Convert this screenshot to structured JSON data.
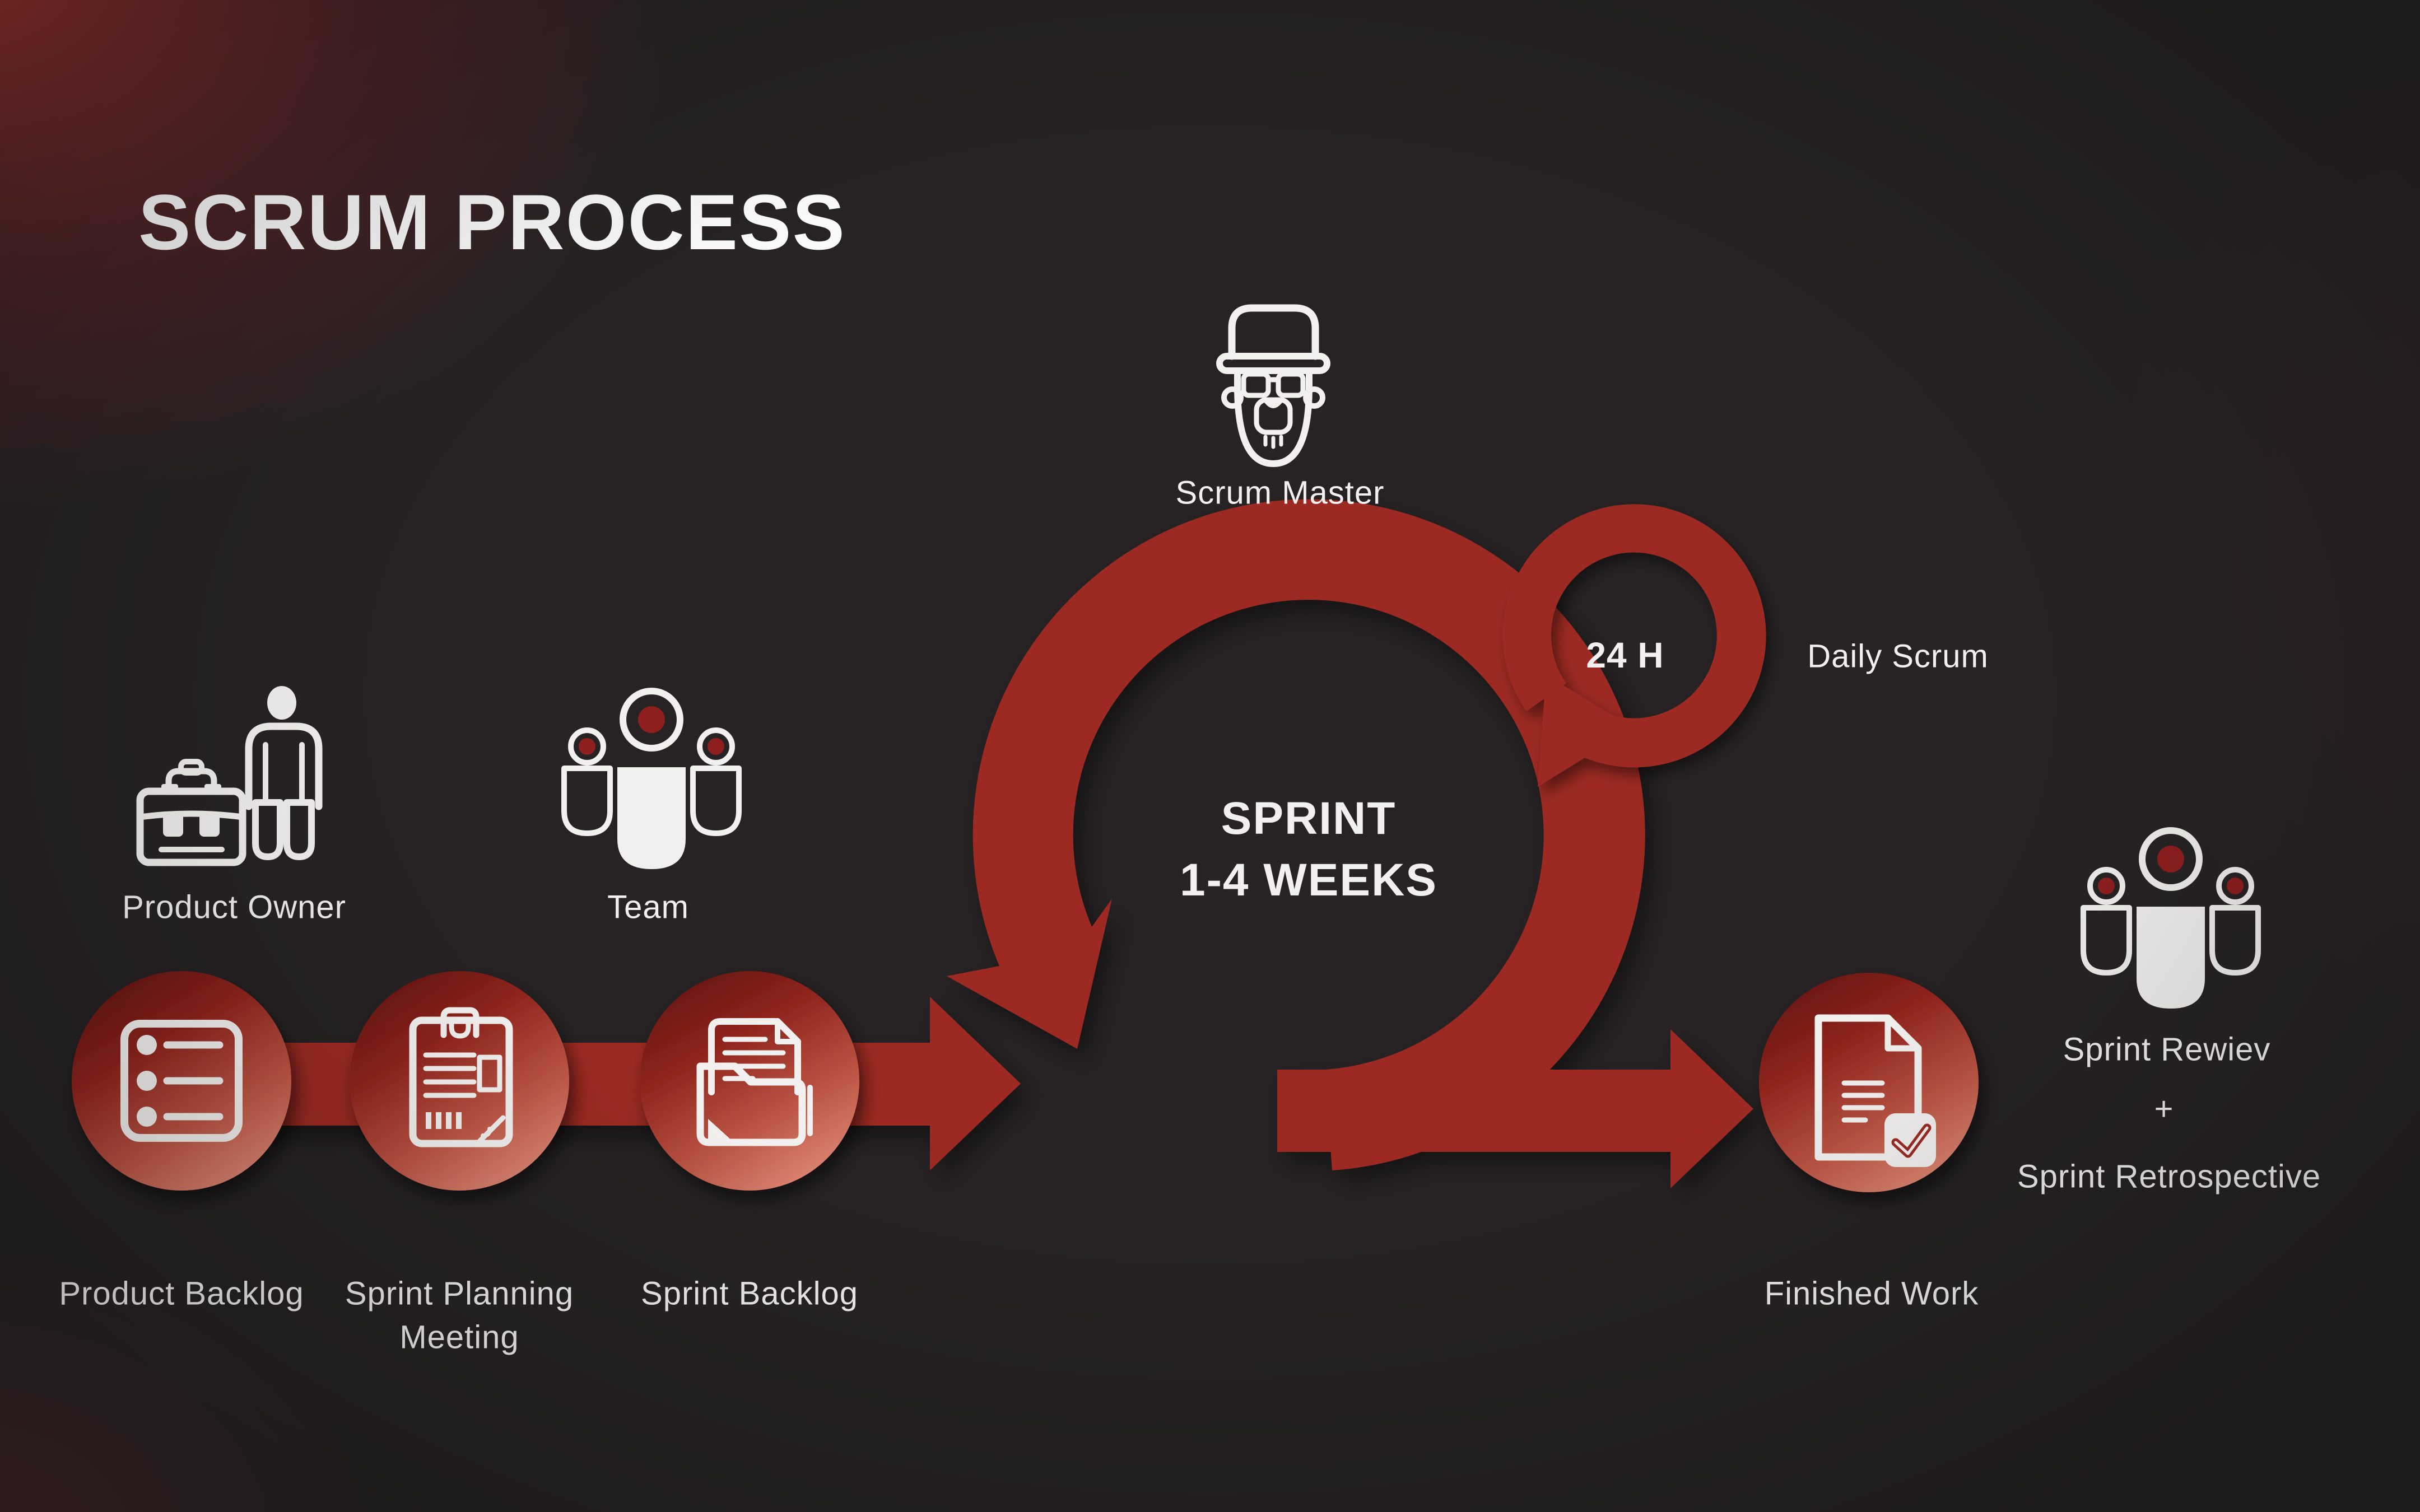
{
  "title": "SCRUM PROCESS",
  "colors": {
    "background": "#272324",
    "arrow_red": "#9c2b24",
    "circle_gradient_dark": "#5c1310",
    "circle_gradient_light": "#d8806d",
    "icon_white": "#f2f0ee",
    "team_dot_red": "#8e1f1e",
    "text": "#f2eff0"
  },
  "roles": {
    "scrum_master": "Scrum Master",
    "product_owner": "Product Owner",
    "team": "Team"
  },
  "loop": {
    "sprint_line1": "SPRINT",
    "sprint_line2": "1-4 WEEKS",
    "daily_duration": "24 H",
    "daily_label": "Daily Scrum"
  },
  "stages": [
    {
      "label": "Product Backlog",
      "icon": "list-icon"
    },
    {
      "label_line1": "Sprint Planning",
      "label_line2": "Meeting",
      "icon": "clipboard-icon"
    },
    {
      "label": "Sprint Backlog",
      "icon": "folder-documents-icon"
    },
    {
      "label": "Finished Work",
      "icon": "document-check-icon"
    }
  ],
  "review": {
    "line1": "Sprint Rewiev",
    "plus": "+",
    "line2": "Sprint Retrospective"
  }
}
